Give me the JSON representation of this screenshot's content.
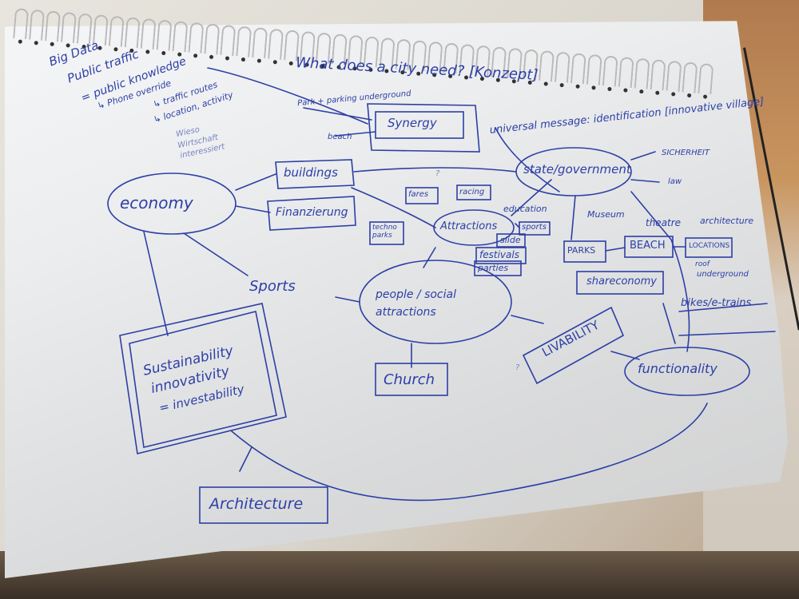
{
  "image": {
    "subject": "Hand-drawn mind map on a spiral-bound sketchpad",
    "ink_color": "#2c3fa6",
    "paper_color": "#eeeff1"
  },
  "title": "What does a city need? [Konzept]",
  "notes_top_left": {
    "lines": [
      "Big Data",
      "Public traffic",
      "= public knowledge",
      "↳ Phone override",
      "↳ traffic routes",
      "↳ location, activity"
    ],
    "faint_note": [
      "Wieso",
      "Wirtschaft",
      "interessiert"
    ]
  },
  "synergy": {
    "label": "Synergy",
    "annotations": [
      "Park + parking underground",
      "beach"
    ]
  },
  "universal_message": {
    "text": "universal message: identification [innovative village]"
  },
  "nodes": {
    "economy": "economy",
    "buildings": "buildings",
    "finanzierung": "Finanzierung",
    "state_government": "state/government",
    "sicherheit": "SICHERHEIT",
    "law": "law",
    "attractions": "Attractions",
    "fares": "fares",
    "racing": "racing",
    "techno_parks": "techno parks",
    "education": "education",
    "sports_small": "sports",
    "slide": "slide",
    "festivals": "festivals",
    "parties": "parties",
    "museum": "Museum",
    "theater": "theatre",
    "architecture_right": "architecture",
    "parks": "PARKS",
    "beach": "BEACH",
    "locations": "LOCATIONS",
    "locations_sub": [
      "roof",
      "underground"
    ],
    "shareconomy": "shareconomy",
    "bikes": "bikes/e-trains",
    "sports": "Sports",
    "people": "people / social attractions",
    "church": "Church",
    "sustainability": [
      "Sustainability",
      "innovativity",
      "= investability"
    ],
    "livability": "LIVABILITY",
    "functionality": "functionality",
    "architecture_bottom": "Architecture",
    "question_marks": [
      "?",
      "?"
    ]
  }
}
